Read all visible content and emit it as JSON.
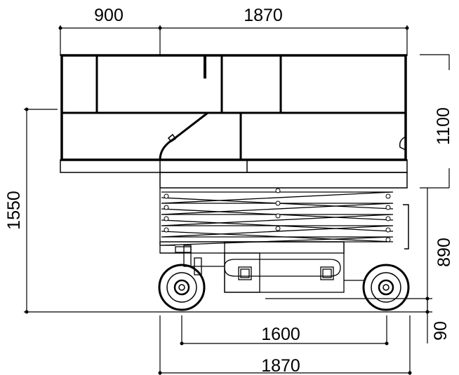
{
  "dimensions": {
    "top_left_width": "900",
    "top_right_width": "1870",
    "platform_height": "1100",
    "overall_height": "1550",
    "stowed_height": "890",
    "wheelbase": "1600",
    "ground_clearance": "90",
    "chassis_width": "1870"
  },
  "colors": {
    "stroke": "#000000",
    "background": "#ffffff"
  }
}
